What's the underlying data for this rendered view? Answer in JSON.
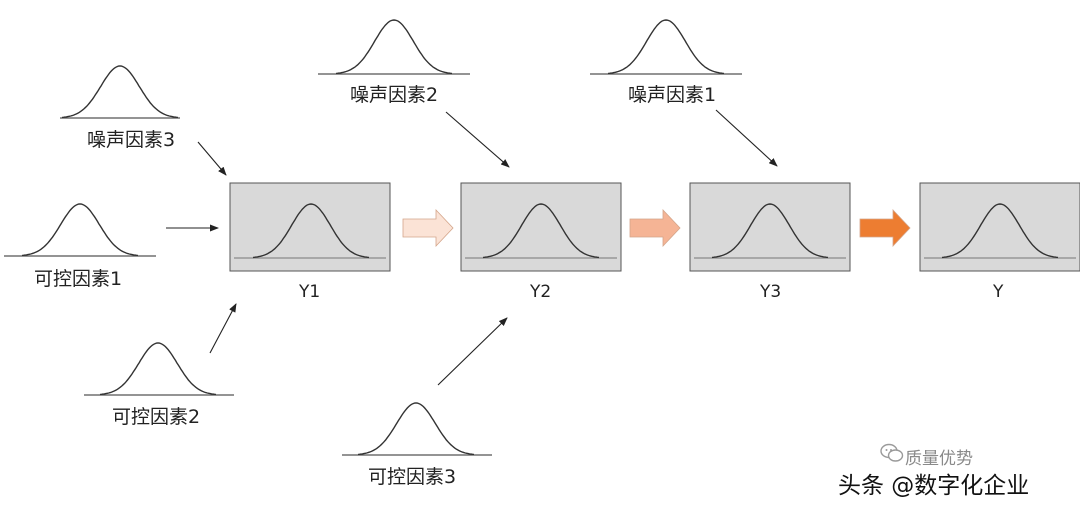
{
  "noise_factors": [
    {
      "label": "噪声因素3"
    },
    {
      "label": "噪声因素2"
    },
    {
      "label": "噪声因素1"
    }
  ],
  "controllable_factors": [
    {
      "label": "可控因素1"
    },
    {
      "label": "可控因素2"
    },
    {
      "label": "可控因素3"
    }
  ],
  "outputs": [
    {
      "label": "Y1"
    },
    {
      "label": "Y2"
    },
    {
      "label": "Y3"
    },
    {
      "label": "Y"
    }
  ],
  "colors": {
    "box_fill": "#d9d9d9",
    "box_border": "#555555",
    "curve": "#333333",
    "arrow_1": "#fbe3d6",
    "arrow_2": "#f5b495",
    "arrow_3": "#ed7d31"
  },
  "watermark": {
    "account": "质量优势",
    "source": "头条 @数字化企业"
  }
}
